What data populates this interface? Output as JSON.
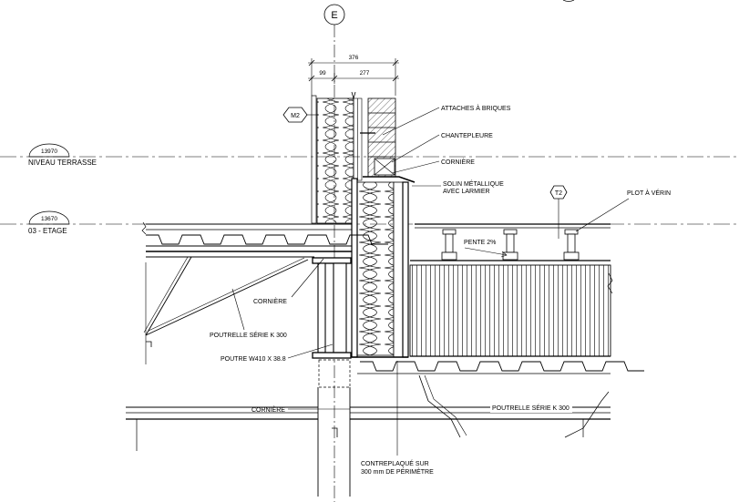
{
  "grid": {
    "label": "E"
  },
  "dimensions": {
    "total": "376",
    "left": "99",
    "right": "277"
  },
  "wall_tag": "M2",
  "roof_tag": "T2",
  "levels": [
    {
      "elevation": "13970",
      "name": "NIVEAU TERRASSE"
    },
    {
      "elevation": "13670",
      "name": "03 - ETAGE"
    }
  ],
  "notes": {
    "brick_ties": "ATTACHES À BRIQUES",
    "weep": "CHANTEPLEURE",
    "angle_top": "CORNIÈRE",
    "flashing_1": "SOLIN MÉTALLIQUE",
    "flashing_2": "AVEC LARMIER",
    "pedestal": "PLOT À VÉRIN",
    "slope": "PENTE 2%",
    "angle_mid": "CORNIÈRE",
    "joist_left": "POUTRELLE SÉRIE K 300",
    "beam": "POUTRE W410 X 38.8",
    "angle_low": "CORNIÈRE",
    "joist_right": "POUTRELLE SÉRIE K 300",
    "plywood_1": "CONTREPLAQUÉ SUR",
    "plywood_2": "300 mm DE PÉRIMÈTRE"
  }
}
